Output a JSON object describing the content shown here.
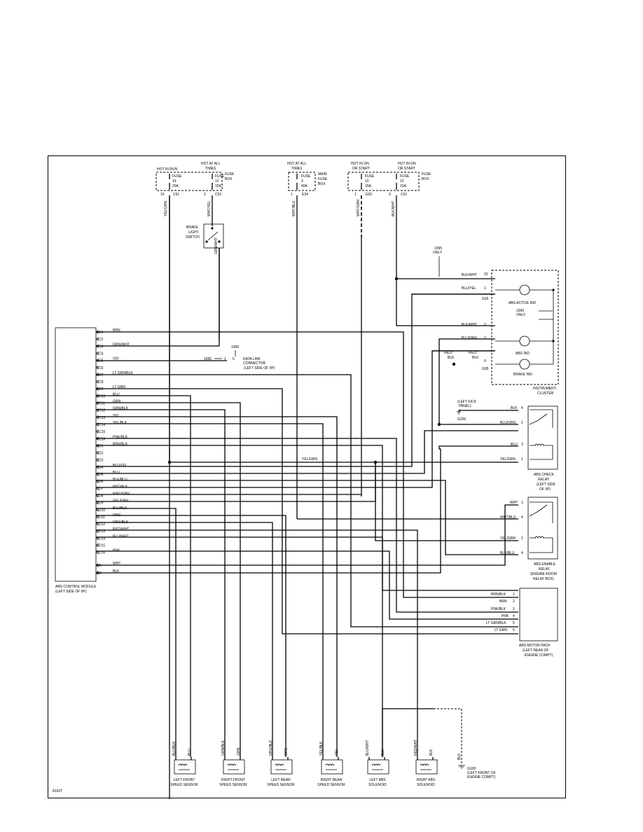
{
  "diagram_id": "8193T",
  "fuses": [
    {
      "hot": "HOT IN RUN",
      "lines": [
        "FUSE",
        "16",
        "20A"
      ],
      "circuit": "C61"
    },
    {
      "hot": "HOT AT ALL TIMES",
      "lines": [
        "FUSE",
        "12",
        "15A"
      ],
      "circuit": "C52"
    },
    {
      "hot": "HOT AT ALL TIMES",
      "lines": [
        "MAIN",
        "FUSE",
        "3",
        "40A"
      ],
      "circuit": "E34"
    },
    {
      "hot": "HOT IN ON OR START",
      "lines": [
        "FUSE",
        "10",
        "15A"
      ],
      "circuit": "E63"
    },
    {
      "hot": "HOT IN ON OR START",
      "lines": [
        "FUSE",
        "21",
        "15A"
      ],
      "circuit": "C61"
    }
  ],
  "fuse_box_label": "FUSE BOX",
  "main_fuse_box_label": "MAIN FUSE BOX",
  "brake_switch": "BRAKE LIGHT SWITCH",
  "data_link": "DATA LINK CONNECTOR (LEFT SIDE OF I/P)",
  "year_1995": "1995",
  "year_1996": "1996",
  "year_1995_only": "1995 ONLY",
  "year_1996_only": "1996 ONLY",
  "module": {
    "name": "ABS CONTROL MODULE (LEFT SIDE OF I/P)",
    "pins": [
      {
        "pin": "C1",
        "wire": "BRN"
      },
      {
        "pin": "C2",
        "wire": ""
      },
      {
        "pin": "C3",
        "wire": "GRN/WHT"
      },
      {
        "pin": "C4",
        "wire": ""
      },
      {
        "pin": "C5",
        "wire": "VIO"
      },
      {
        "pin": "C6",
        "wire": ""
      },
      {
        "pin": "C7",
        "wire": "LT GRN/BLK"
      },
      {
        "pin": "C8",
        "wire": ""
      },
      {
        "pin": "C9",
        "wire": "LT GRN"
      },
      {
        "pin": "C10",
        "wire": "BLU"
      },
      {
        "pin": "C11",
        "wire": "GRN"
      },
      {
        "pin": "C12",
        "wire": "GRN/BLK"
      },
      {
        "pin": "C13",
        "wire": "YEL"
      },
      {
        "pin": "C14",
        "wire": "YEL/BLK"
      },
      {
        "pin": "C15",
        "wire": ""
      },
      {
        "pin": "C16",
        "wire": "PNK/BLK"
      },
      {
        "pin": "D1",
        "wire": "BRN/BLK"
      },
      {
        "pin": "D2",
        "wire": ""
      },
      {
        "pin": "D3",
        "wire": ""
      },
      {
        "pin": "D4",
        "wire": "BLU/YEL"
      },
      {
        "pin": "D5",
        "wire": "BLU"
      },
      {
        "pin": "D6",
        "wire": "BLK/BLU"
      },
      {
        "pin": "D7",
        "wire": "RED/BLK"
      },
      {
        "pin": "D8",
        "wire": "WHT/GRN"
      },
      {
        "pin": "D9",
        "wire": "YEL/GRN"
      },
      {
        "pin": "D10",
        "wire": "BLU/BLK"
      },
      {
        "pin": "D11",
        "wire": "ORG"
      },
      {
        "pin": "D12",
        "wire": "ORG/BLK"
      },
      {
        "pin": "D13",
        "wire": "RED/WHT"
      },
      {
        "pin": "D14",
        "wire": "BLU/WHT"
      },
      {
        "pin": "D15",
        "wire": ""
      },
      {
        "pin": "D16",
        "wire": "PNK"
      },
      {
        "pin": "A",
        "wire": "WHT"
      },
      {
        "pin": "D",
        "wire": "BLK"
      }
    ]
  },
  "cluster": {
    "name": "INSTRUMENT CLUSTER",
    "abs_active": "ABS ACTIVE IND",
    "abs_ind": "ABS IND",
    "brake_ind": "BRAKE IND",
    "wires": [
      "BLK/WHT",
      "BLU/YEL",
      "BLK/WHT",
      "BLU/ORG",
      "RED/ BLK",
      "RED/ BLK"
    ],
    "pins": [
      "15",
      "1",
      "3",
      "7",
      "9"
    ],
    "g_labels": [
      "G26",
      "G05"
    ]
  },
  "check_relay": {
    "name": "ABS CHECK RELAY (LEFT SIDE OF I/P)",
    "wires": [
      "BLK",
      "BLU/ORG",
      "BLU",
      "YEL/GRN"
    ],
    "pins": [
      "4",
      "2",
      "3",
      "1"
    ],
    "ground": "(LEFT KICK PANEL)",
    "ground_id": "G200"
  },
  "enable_relay": {
    "name": "ABS ENABLE RELAY (ENGINE ROOM RELAY BOX)",
    "wires": [
      "WHT",
      "WHT/BLU",
      "YEL/GRN",
      "BLK/BLU"
    ],
    "pins": [
      "1",
      "4",
      "2",
      "4"
    ]
  },
  "motor_pack": {
    "name": "ABS MOTOR PACK (LEFT REAR OF ENGINE COMPT)",
    "wires": [
      "BRN/BLK",
      "BRN",
      "PNK/BLK",
      "PNK",
      "LT GRN/BLK",
      "LT GRN"
    ],
    "pins": [
      "1",
      "2",
      "3",
      "4",
      "5",
      "6"
    ]
  },
  "mid_label": "YEL/GRN",
  "fuse_wires": [
    "YEL/GRN",
    "WHT/YEL",
    "GRN/WHT",
    "WHT/BLU",
    "WHT/GRN",
    "BLK/WHT"
  ],
  "sensors": [
    {
      "name": "LEFT FRONT SPEED SENSOR",
      "a": "BLU/BLK",
      "b": "BLU"
    },
    {
      "name": "RIGHT FRONT SPEED SENSOR",
      "a": "GRN/BLK",
      "b": "GRN"
    },
    {
      "name": "LEFT REAR SPEED SENSOR",
      "a": "ORG/BLK",
      "b": "ORG"
    },
    {
      "name": "RIGHT REAR SPEED SENSOR",
      "a": "YEL/BLK",
      "b": "YEL"
    },
    {
      "name": "LEFT ABS SOLENOID",
      "a": "BLU/WHT",
      "b": "BLK"
    },
    {
      "name": "RIGHT ABS SOLENOID",
      "a": "RED/WHT",
      "b": "BLK"
    }
  ],
  "ground_main": "G100 (LEFT FRONT OF ENGINE COMPT)",
  "ground_wire": "BLK"
}
